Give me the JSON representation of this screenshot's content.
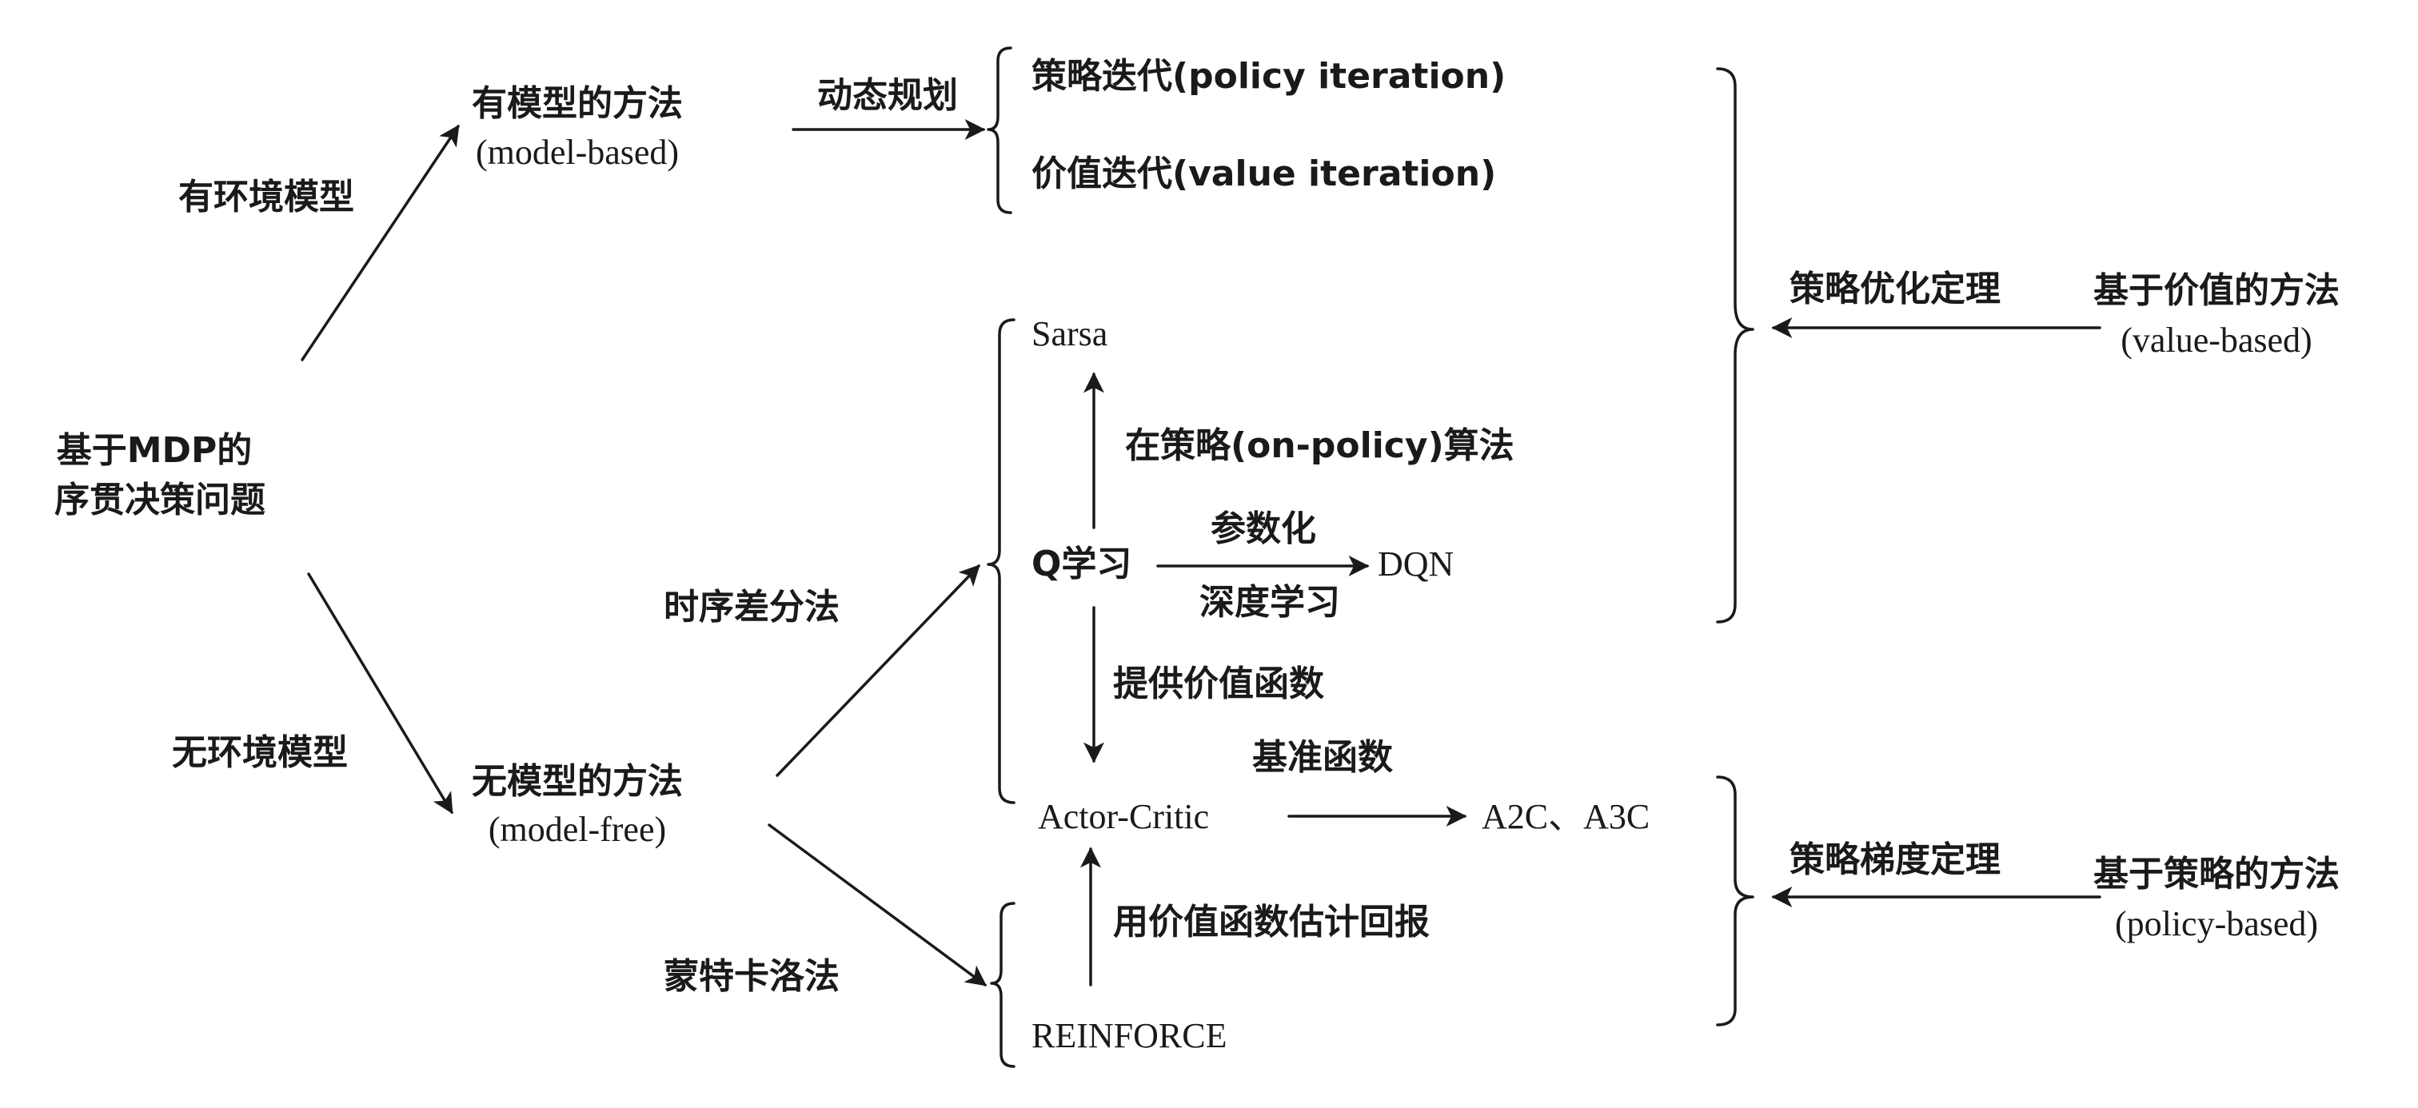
{
  "root": {
    "line1": "基于MDP的",
    "line2": "序贯决策问题"
  },
  "edges": {
    "with_env_model": "有环境模型",
    "without_env_model": "无环境模型",
    "dynamic_programming": "动态规划",
    "temporal_difference": "时序差分法",
    "monte_carlo": "蒙特卡洛法",
    "on_policy": "在策略(on-policy)算法",
    "parameterize": "参数化",
    "deep_learning": "深度学习",
    "provide_value_function": "提供价值函数",
    "baseline_function": "基准函数",
    "estimate_return": "用价值函数估计回报",
    "policy_improvement_theorem": "策略优化定理",
    "policy_gradient_theorem": "策略梯度定理"
  },
  "nodes": {
    "model_based": {
      "line1": "有模型的方法",
      "line2": "(model-based)"
    },
    "model_free": {
      "line1": "无模型的方法",
      "line2": "(model-free)"
    },
    "policy_iteration": "策略迭代(policy iteration)",
    "value_iteration": "价值迭代(value iteration)",
    "sarsa": "Sarsa",
    "q_learning": "Q学习",
    "dqn": "DQN",
    "actor_critic": "Actor-Critic",
    "a2c_a3c": "A2C、A3C",
    "reinforce": "REINFORCE",
    "value_based": {
      "line1": "基于价值的方法",
      "line2": "(value-based)"
    },
    "policy_based": {
      "line1": "基于策略的方法",
      "line2": "(policy-based)"
    }
  }
}
